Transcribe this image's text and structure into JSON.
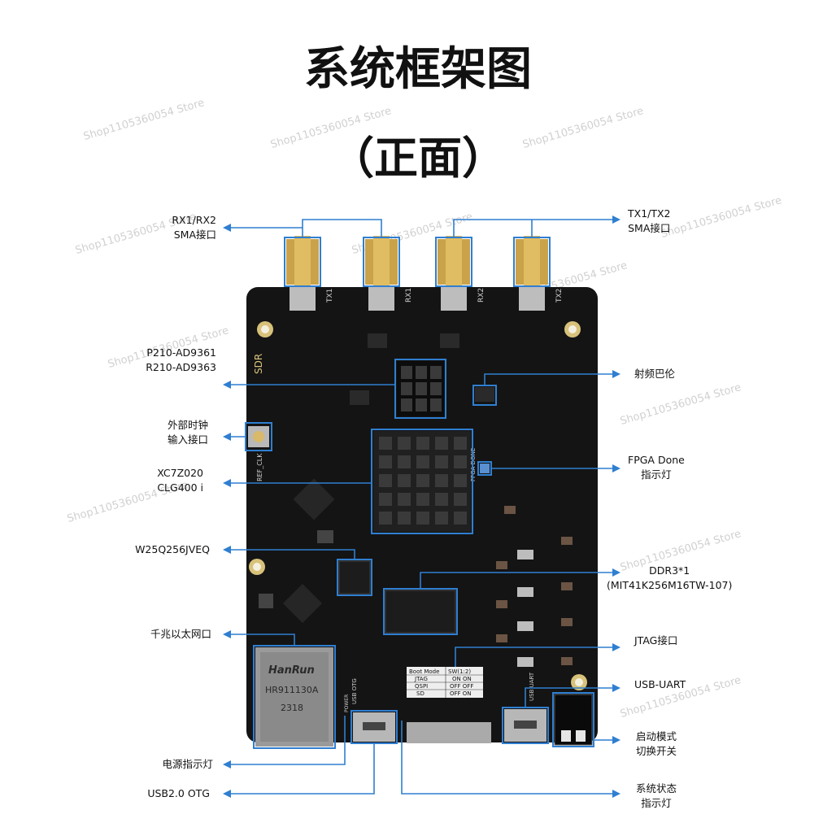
{
  "title": "系统框架图",
  "subtitle": "（正面）",
  "watermark": "Shop1105360054 Store",
  "left_labels": [
    {
      "line1": "RX1/RX2",
      "line2": "SMA接口"
    },
    {
      "line1": "P210-AD9361",
      "line2": "R210-AD9363"
    },
    {
      "line1": "外部时钟",
      "line2": "输入接口"
    },
    {
      "line1": "XC7Z020",
      "line2": "CLG400 i"
    },
    {
      "line1": "W25Q256JVEQ",
      "line2": ""
    },
    {
      "line1": "千兆以太网口",
      "line2": ""
    },
    {
      "line1": "电源指示灯",
      "line2": ""
    },
    {
      "line1": "USB2.0 OTG",
      "line2": ""
    }
  ],
  "right_labels": [
    {
      "line1": "TX1/TX2",
      "line2": "SMA接口"
    },
    {
      "line1": "射频巴伦",
      "line2": ""
    },
    {
      "line1": "FPGA Done",
      "line2": "指示灯"
    },
    {
      "line1": "DDR3*1",
      "line2": "(MIT41K256M16TW-107)"
    },
    {
      "line1": "JTAG接口",
      "line2": ""
    },
    {
      "line1": "USB-UART",
      "line2": ""
    },
    {
      "line1": "启动模式",
      "line2": "切换开关"
    },
    {
      "line1": "系统状态",
      "line2": "指示灯"
    }
  ],
  "board": {
    "sma_labels": [
      "TX1",
      "RX1",
      "RX2",
      "TX2"
    ],
    "sdr_text": "SDR",
    "ref_clk_text": "REF_CLK",
    "fpga_done_text": "FPGA DONE",
    "ethernet_brand": "HanRun",
    "ethernet_part": "HR911130A",
    "ethernet_code": "2318",
    "usb_otg_text": "USB OTG",
    "usb_uart_text": "USB UART",
    "power_text": "POWER",
    "boot_table": {
      "header": [
        "Boot Mode",
        "SW(1:2)"
      ],
      "rows": [
        [
          "JTAG",
          "ON ON"
        ],
        [
          "QSPI",
          "OFF OFF"
        ],
        [
          "SD",
          "OFF ON"
        ]
      ]
    }
  }
}
